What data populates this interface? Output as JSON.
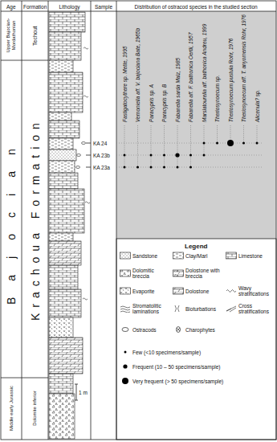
{
  "diagram": {
    "labels": [
      "Age",
      "Formation",
      "Lithology",
      "Sample",
      "Distribution of ostracod species in the studied section",
      "Upper Bajocian-Mordathonian",
      "Bajocian",
      "Middle early Jurassic",
      "Techout",
      "Krachoua Formation",
      "Dolomite inferior",
      "KA 24",
      "KA 23b",
      "KA 23a",
      "Fastigatocythere sp. Mette, 1995",
      "Vernoniella aff. V. bajociana Bate, 1965b",
      "Paracypris sp. A",
      "Paracypris sp. B",
      "Fabanella sarda Malz, 1985",
      "Fabanella aff. F. bathonica Oertli, 1957",
      "Marslatourella aff. bathonica Andreu, 1999",
      "Theriosynoecum sp.",
      "Theriosynoecum pustula Rohr, 1976",
      "Theriosynoecum aff. T. anyomensis Rohr, 1976",
      "Alicenula? sp.",
      "1 m",
      "Legend"
    ],
    "legend": [
      {
        "text": "Sandstone"
      },
      {
        "text": "Clay/Marl"
      },
      {
        "text": "Limestone"
      },
      {
        "text": "Dolomitic breccia"
      },
      {
        "text": "Dolostone with breccia"
      },
      {
        "text": "Evaporite"
      },
      {
        "text": "Dolostone"
      },
      {
        "text": "Wavy stratifications"
      },
      {
        "text": "Stromatolitic laminations"
      },
      {
        "text": "Bioturbations"
      },
      {
        "text": "Cross stratifications"
      },
      {
        "text": "Ostracods"
      },
      {
        "text": "Charophytes"
      },
      {
        "text": "Few (<10 specimens/sample)"
      },
      {
        "text": "Frequent (10 – 50 specimens/sample)"
      },
      {
        "text": "Very frequent (> 50 specimens/sample)"
      }
    ]
  }
}
